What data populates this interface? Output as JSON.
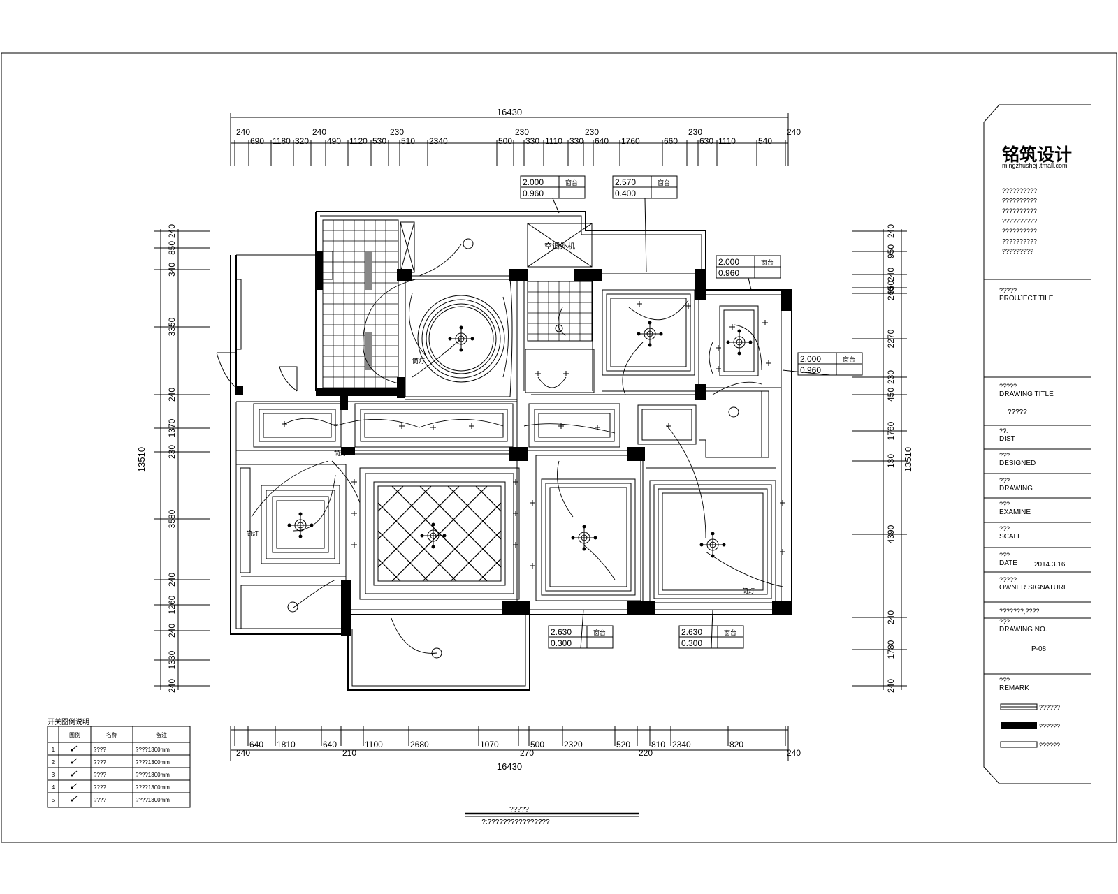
{
  "drawing": {
    "overall_width": "16430",
    "overall_height": "13510",
    "top_dims": [
      "240",
      "690",
      "1180",
      "320",
      "240",
      "490",
      "1120",
      "530",
      "230",
      "510",
      "2340",
      "500",
      "230",
      "330",
      "1110",
      "330",
      "230",
      "640",
      "1760",
      "660",
      "230",
      "630",
      "1110",
      "540",
      "240"
    ],
    "bottom_dims": [
      "240",
      "640",
      "1810",
      "640",
      "210",
      "1100",
      "2680",
      "1070",
      "270",
      "500",
      "2320",
      "520",
      "220",
      "810",
      "2340",
      "820",
      "240"
    ],
    "left_dims": [
      "240",
      "850",
      "340",
      "3350",
      "240",
      "1370",
      "230",
      "3580",
      "240",
      "1260",
      "240",
      "1330",
      "240"
    ],
    "right_dims": [
      "240",
      "950",
      "240",
      "350",
      "240",
      "2270",
      "230",
      "450",
      "1760",
      "130",
      "4390",
      "240",
      "1780",
      "240"
    ],
    "height_tags": [
      {
        "top": "2.000",
        "bottom": "0.960",
        "label": "窗台"
      },
      {
        "top": "2.570",
        "bottom": "0.400",
        "label": "窗台"
      },
      {
        "top": "2.000",
        "bottom": "0.960",
        "label": "窗台"
      },
      {
        "top": "2.000",
        "bottom": "0.960",
        "label": "窗台"
      },
      {
        "top": "2.630",
        "bottom": "0.300",
        "label": "窗台"
      },
      {
        "top": "2.630",
        "bottom": "0.300",
        "label": "窗台"
      }
    ],
    "room_labels": {
      "aircon": "空调外机",
      "spot_light_1": "筒灯",
      "spot_light_2": "筒灯",
      "spot_light_3": "筒灯",
      "spot_light_4": "筒灯"
    },
    "drawing_title": "?????",
    "drawing_subtitle": "?:????????????????"
  },
  "legend": {
    "title": "开关图例说明",
    "headers": [
      "",
      "图例",
      "名称",
      "备注"
    ],
    "rows": [
      {
        "no": "1",
        "name": "????",
        "note": "????1300mm"
      },
      {
        "no": "2",
        "name": "????",
        "note": "????1300mm"
      },
      {
        "no": "3",
        "name": "????",
        "note": "????1300mm"
      },
      {
        "no": "4",
        "name": "????",
        "note": "????1300mm"
      },
      {
        "no": "5",
        "name": "????",
        "note": "????1300mm"
      }
    ]
  },
  "title_block": {
    "logo": "铭筑设计",
    "website": "mingzhusheji.tmall.com",
    "notes": [
      "??????????",
      "??????????",
      "??????????",
      "??????????",
      "??????????",
      "??????????",
      "?????????"
    ],
    "project_cn": "?????",
    "project_en": "PROUJECT TILE",
    "drawing_title_cn": "?????",
    "drawing_title_en": "DRAWING TITLE",
    "drawing_title_value": "?????",
    "dist_cn": "??:",
    "dist_en": "DIST",
    "designed_cn": "???",
    "designed_en": "DESIGNED",
    "drawing_cn": "???",
    "drawing_en": "DRAWING",
    "examine_cn": "???",
    "examine_en": "EXAMINE",
    "scale_cn": "???",
    "scale_en": "SCALE",
    "date_cn": "???",
    "date_en": "DATE",
    "date_value": "2014.3.16",
    "owner_cn": "?????",
    "owner_en": "OWNER SIGNATURE",
    "owner_value": "???????,????",
    "drawing_no_cn": "???",
    "drawing_no_en": "DRAWING NO.",
    "drawing_no_value": "P-08",
    "remark_cn": "???",
    "remark_en": "REMARK",
    "remark_items": [
      "??????",
      "??????",
      "??????"
    ]
  }
}
